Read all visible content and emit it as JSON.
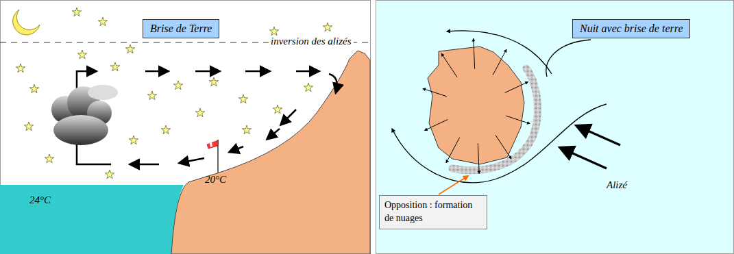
{
  "diagram": {
    "nodes": [
      {
        "text": [
          "Brise de Terre"
        ]
      },
      {
        "text": [
          "Nuit avec brise de terre"
        ]
      },
      {
        "text": [
          "Opposition : formation de nuages"
        ]
      }
    ],
    "labels": [
      "inversion des alizés",
      "24°C",
      "20°C",
      "Alizé"
    ]
  }
}
